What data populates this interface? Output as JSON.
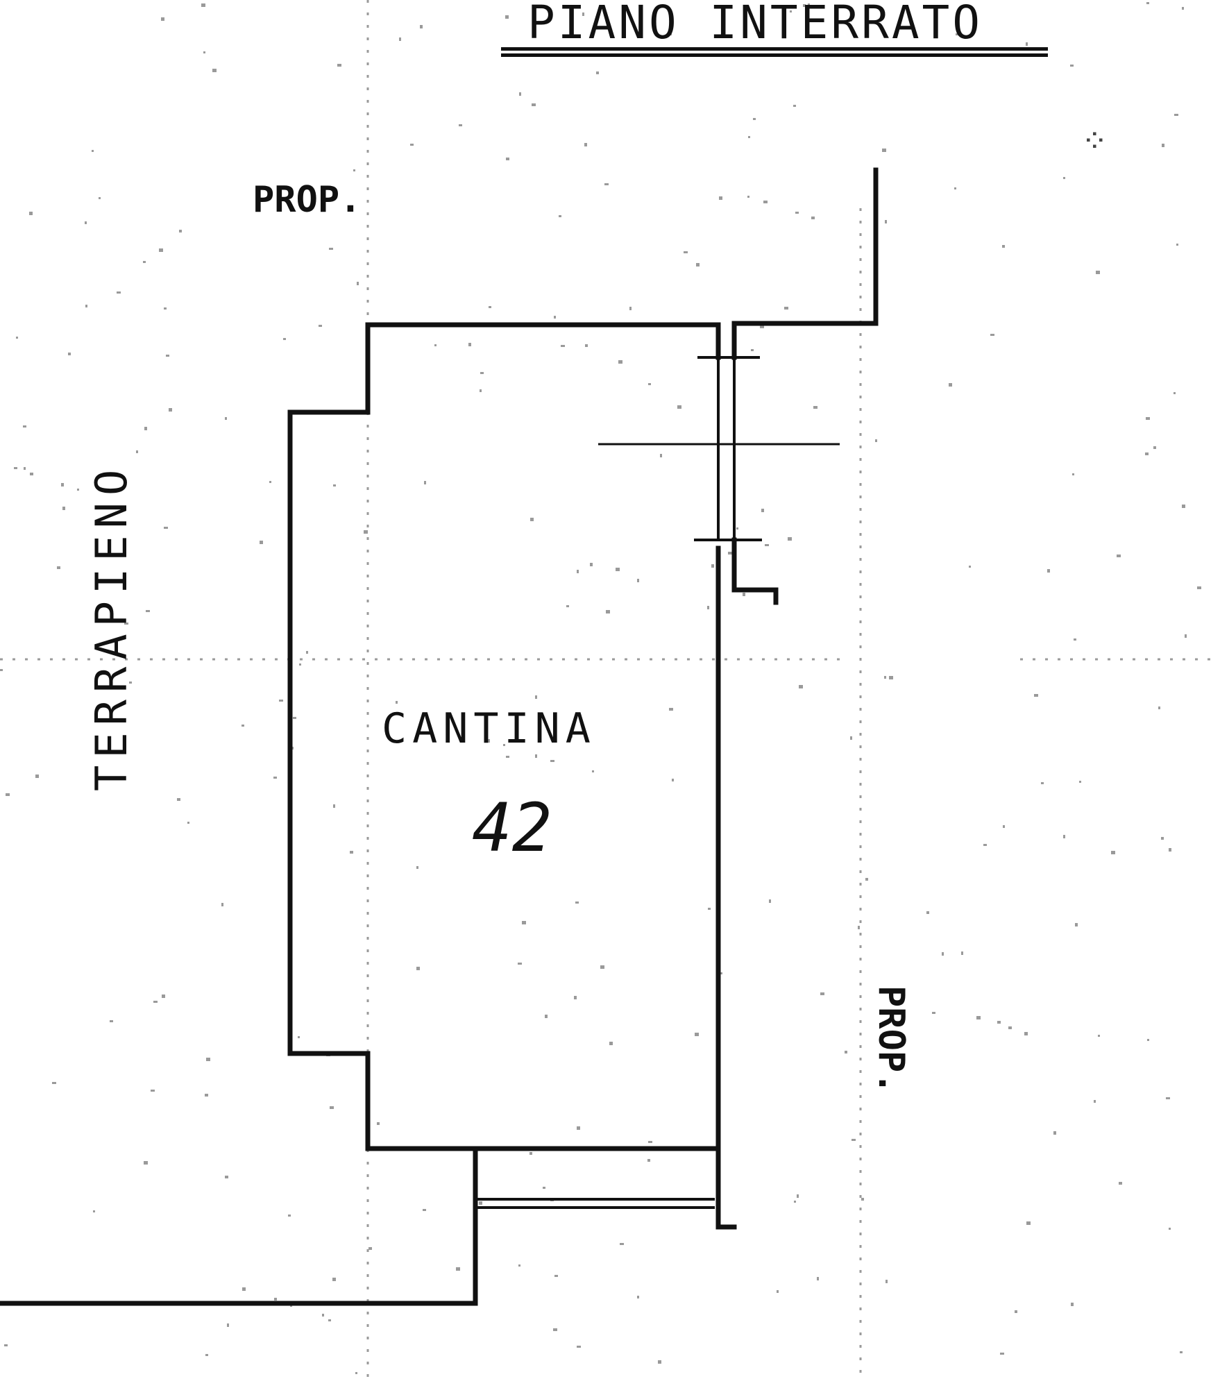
{
  "title": "PIANO INTERRATO",
  "labels": {
    "prop_top": "PROP.",
    "prop_right": "PROP.",
    "side": "TERRAPIENO"
  },
  "room": {
    "name": "CANTINA",
    "number": "42"
  },
  "colors": {
    "wall": "#111111",
    "dots": "#9a9a9a",
    "background": "#ffffff"
  }
}
